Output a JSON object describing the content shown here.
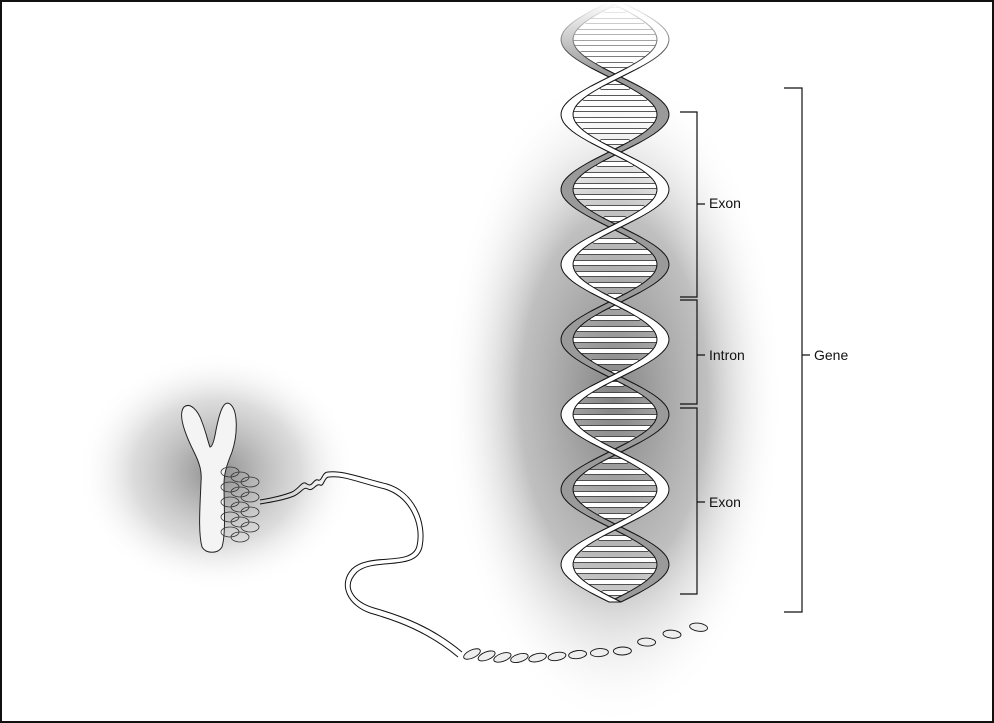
{
  "diagram": {
    "labels": {
      "exon_top": "Exon",
      "intron": "Intron",
      "exon_bottom": "Exon",
      "gene": "Gene"
    },
    "parts": [
      "chromosome",
      "dna-double-helix",
      "base-pairs"
    ],
    "colors": {
      "outline": "#111111",
      "strand_fill": "#ffffff",
      "strand_shadow": "#8a8a8a",
      "halo": "#6e6e6e"
    }
  }
}
